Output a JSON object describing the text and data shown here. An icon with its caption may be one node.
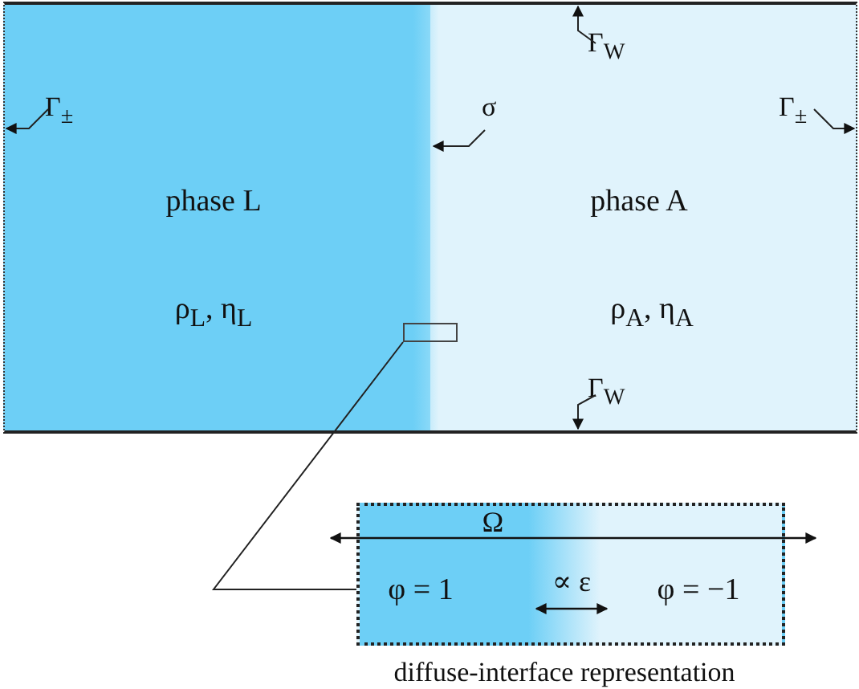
{
  "diagram": {
    "nodes": [
      {
        "text": [
          "phase L",
          "ρ$_{L}$, η$_{L}$"
        ]
      },
      {
        "text": [
          "phase A",
          "ρ$_{A}$, η$_{A}$"
        ]
      },
      {
        "text": [
          "Γ$_{W}$"
        ],
        "in": 1
      },
      {
        "text": [
          "Γ$_{±}$"
        ],
        "in": 0
      },
      {
        "text": [
          "σ"
        ],
        "in": 1
      },
      {
        "text": [
          "Γ$_{±}$"
        ],
        "in": 1
      },
      {
        "text": [
          "Γ$_{W}$"
        ],
        "in": 1
      },
      {
        "text": [],
        "shape": "box"
      },
      {
        "text": [
          "φ = 1",
          "φ = −1"
        ],
        "beside": [
          "diffuse-interface representation"
        ]
      }
    ],
    "edges": [
      {
        "from": 2,
        "to": 1,
        "arrow": "to"
      },
      {
        "from": 3,
        "to": 0,
        "arrow": "to"
      },
      {
        "from": 4,
        "to": 1,
        "arrow": "to"
      },
      {
        "from": 5,
        "to": 1,
        "arrow": "to"
      },
      {
        "from": 6,
        "to": 1,
        "arrow": "to"
      },
      {
        "from": 7,
        "to": 8,
        "arrow": "none"
      }
    ],
    "labels": [
      "Ω",
      "∝ ε"
    ]
  }
}
